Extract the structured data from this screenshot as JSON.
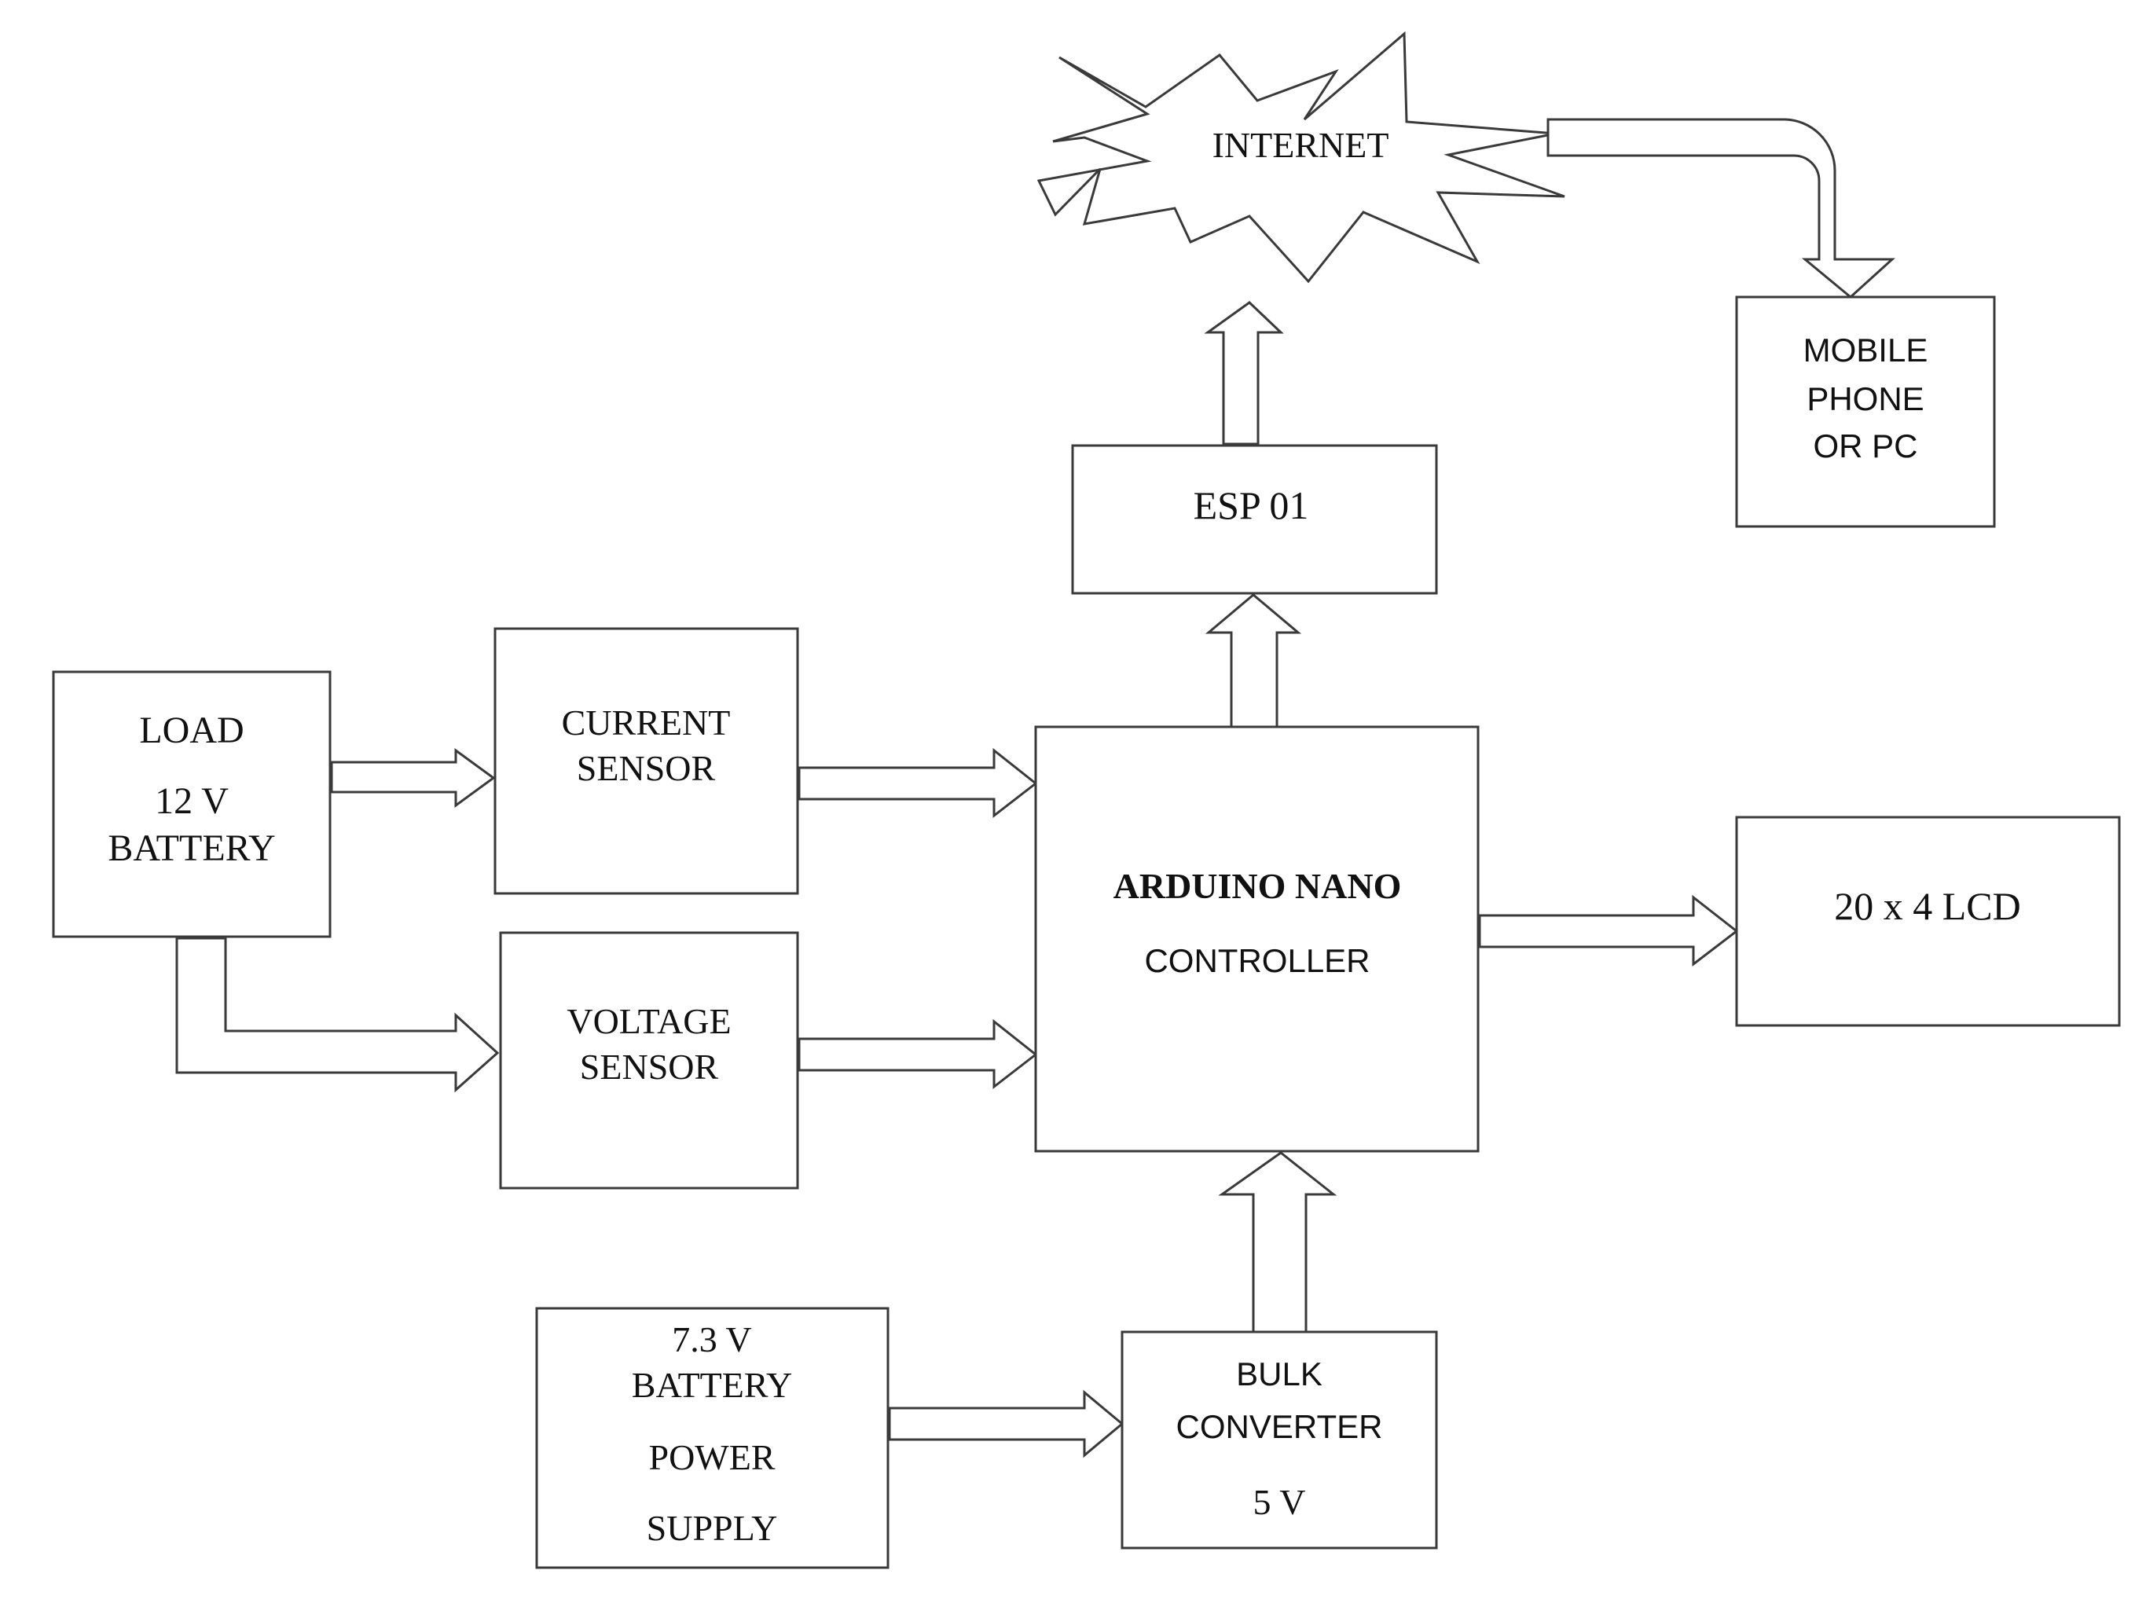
{
  "internet": {
    "label": "INTERNET"
  },
  "mobile": {
    "line1": "MOBILE",
    "line2": "PHONE",
    "line3": "OR PC"
  },
  "esp": {
    "label": "ESP 01"
  },
  "load": {
    "line1": "LOAD",
    "line2": "12 V",
    "line3": "BATTERY"
  },
  "current_sensor": {
    "line1": "CURRENT",
    "line2": "SENSOR"
  },
  "voltage_sensor": {
    "line1": "VOLTAGE",
    "line2": "SENSOR"
  },
  "arduino": {
    "title": "ARDUINO NANO",
    "subtitle": "CONTROLLER"
  },
  "lcd": {
    "label": "20 x 4 LCD"
  },
  "power_supply": {
    "line1": "7.3 V",
    "line2": "BATTERY",
    "line3": "POWER",
    "line4": "SUPPLY"
  },
  "converter": {
    "line1": "BULK",
    "line2": "CONVERTER",
    "line3": "5 V"
  },
  "colors": {
    "stroke": "#3a3a3a",
    "fill": "#ffffff",
    "text": "#111111"
  }
}
